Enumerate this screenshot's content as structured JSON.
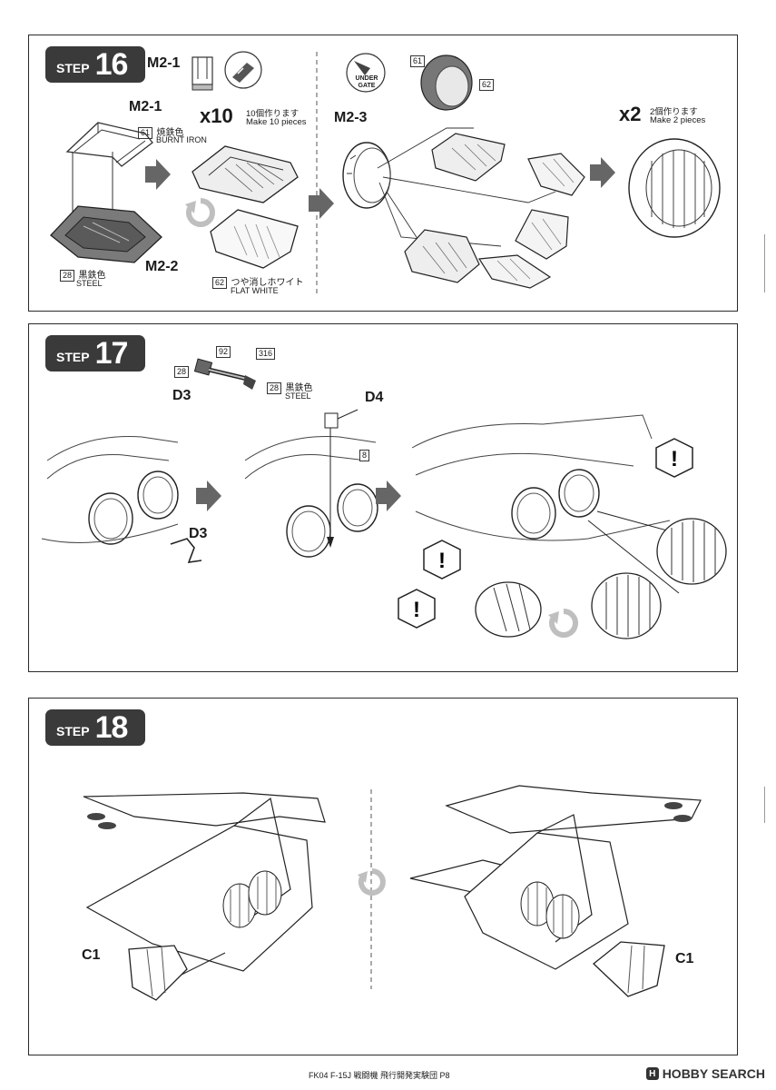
{
  "steps": [
    {
      "label": "STEP",
      "number": "16",
      "parts": {
        "m21_top": "M2-1",
        "m21": "M2-1",
        "m22": "M2-2",
        "m23": "M2-3",
        "under_gate": "UNDER GATE"
      },
      "colors": {
        "c61_num": "61",
        "c61_jp": "焼鉄色",
        "c61_en": "BURNT IRON",
        "c28_num": "28",
        "c28_jp": "黒鉄色",
        "c28_en": "STEEL",
        "c62_num": "62",
        "c62_jp": "つや消しホワイト",
        "c62_en": "FLAT WHITE",
        "p61": "61",
        "p62": "62"
      },
      "multiplier_a": {
        "count": "x10",
        "jp": "10個作ります",
        "en": "Make 10 pieces"
      },
      "multiplier_b": {
        "count": "x2",
        "jp": "2個作ります",
        "en": "Make 2 pieces"
      }
    },
    {
      "label": "STEP",
      "number": "17",
      "parts": {
        "d3": "D3",
        "d3_b": "D3",
        "d4": "D4"
      },
      "colors": {
        "n28a": "28",
        "n92": "92",
        "n316": "316",
        "n28b": "28",
        "c28_jp": "黒鉄色",
        "c28_en": "STEEL",
        "n8": "8"
      },
      "warning_symbol": "!"
    },
    {
      "label": "STEP",
      "number": "18",
      "parts": {
        "c1_left": "C1",
        "c1_right": "C1"
      }
    }
  ],
  "footer": {
    "text": "FK04 F-15J 戦闘機 飛行開発実験団 P8",
    "logo": "HOBBY SEARCH",
    "logo_mark": "H"
  },
  "accent_colors": {
    "ink": "#1a1a1a",
    "arrow": "#555555",
    "badge": "#3a3a3a",
    "rotate": "#bfbfbf"
  }
}
